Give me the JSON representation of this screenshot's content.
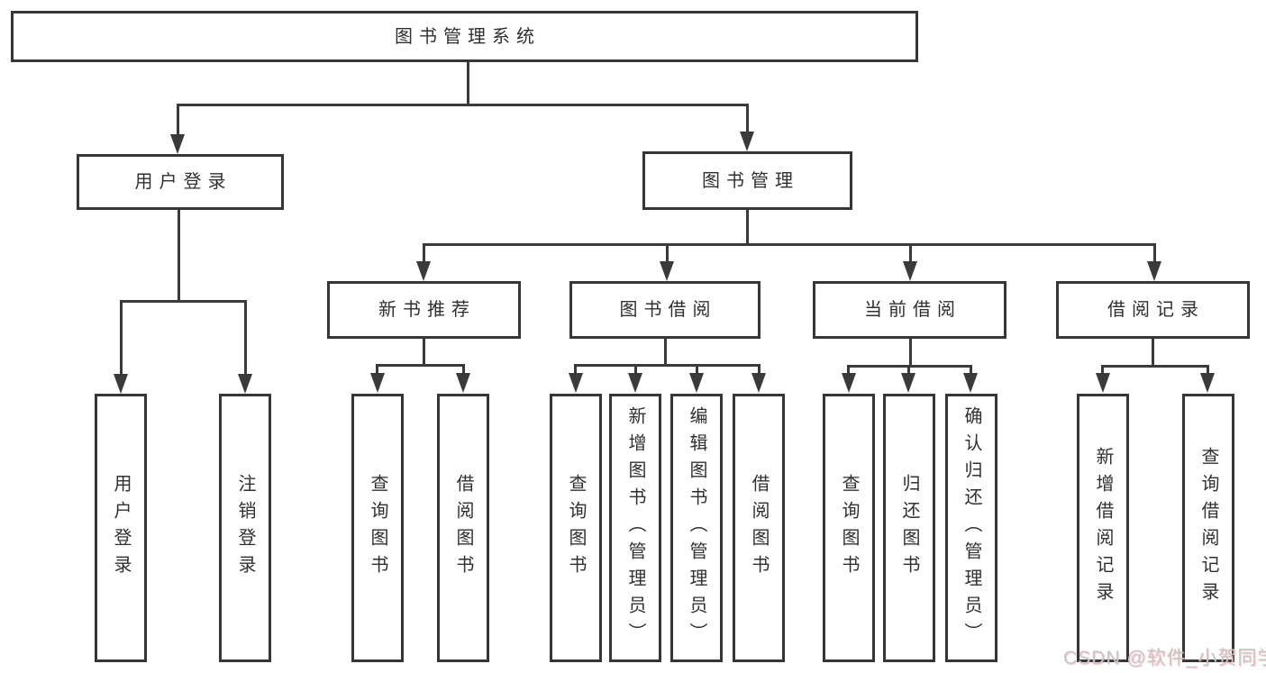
{
  "diagram": {
    "root": "图书管理系统",
    "level1": [
      {
        "label": "用户登录",
        "leaves": [
          "用户登录",
          "注销登录"
        ]
      },
      {
        "label": "图书管理",
        "modules": [
          {
            "label": "新书推荐",
            "leaves": [
              "查询图书",
              "借阅图书"
            ]
          },
          {
            "label": "图书借阅",
            "leaves": [
              "查询图书",
              "新增图书（管理员）",
              "编辑图书（管理员）",
              "借阅图书"
            ]
          },
          {
            "label": "当前借阅",
            "leaves": [
              "查询图书",
              "归还图书",
              "确认归还（管理员）"
            ]
          },
          {
            "label": "借阅记录",
            "leaves": [
              "新增借阅记录",
              "查询借阅记录"
            ]
          }
        ]
      }
    ],
    "line_color": "#3a3a3a",
    "border_color": "#363636"
  },
  "watermark": "CSDN @软件_小贺同学"
}
